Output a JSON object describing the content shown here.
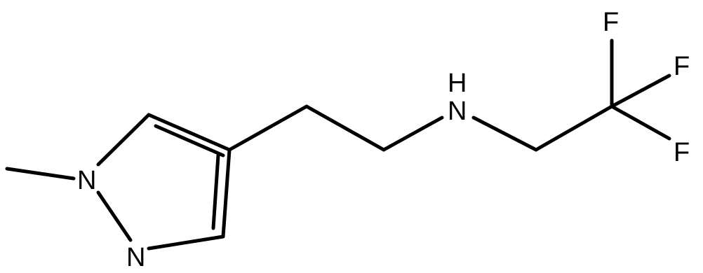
{
  "atoms": {
    "n1": "N",
    "n2": "N",
    "nh_n": "N",
    "nh_h": "H",
    "f_top": "F",
    "f_right": "F",
    "f_bottom": "F"
  },
  "colors": {
    "bond": "#000000",
    "label": "#000000",
    "background": "#ffffff"
  }
}
